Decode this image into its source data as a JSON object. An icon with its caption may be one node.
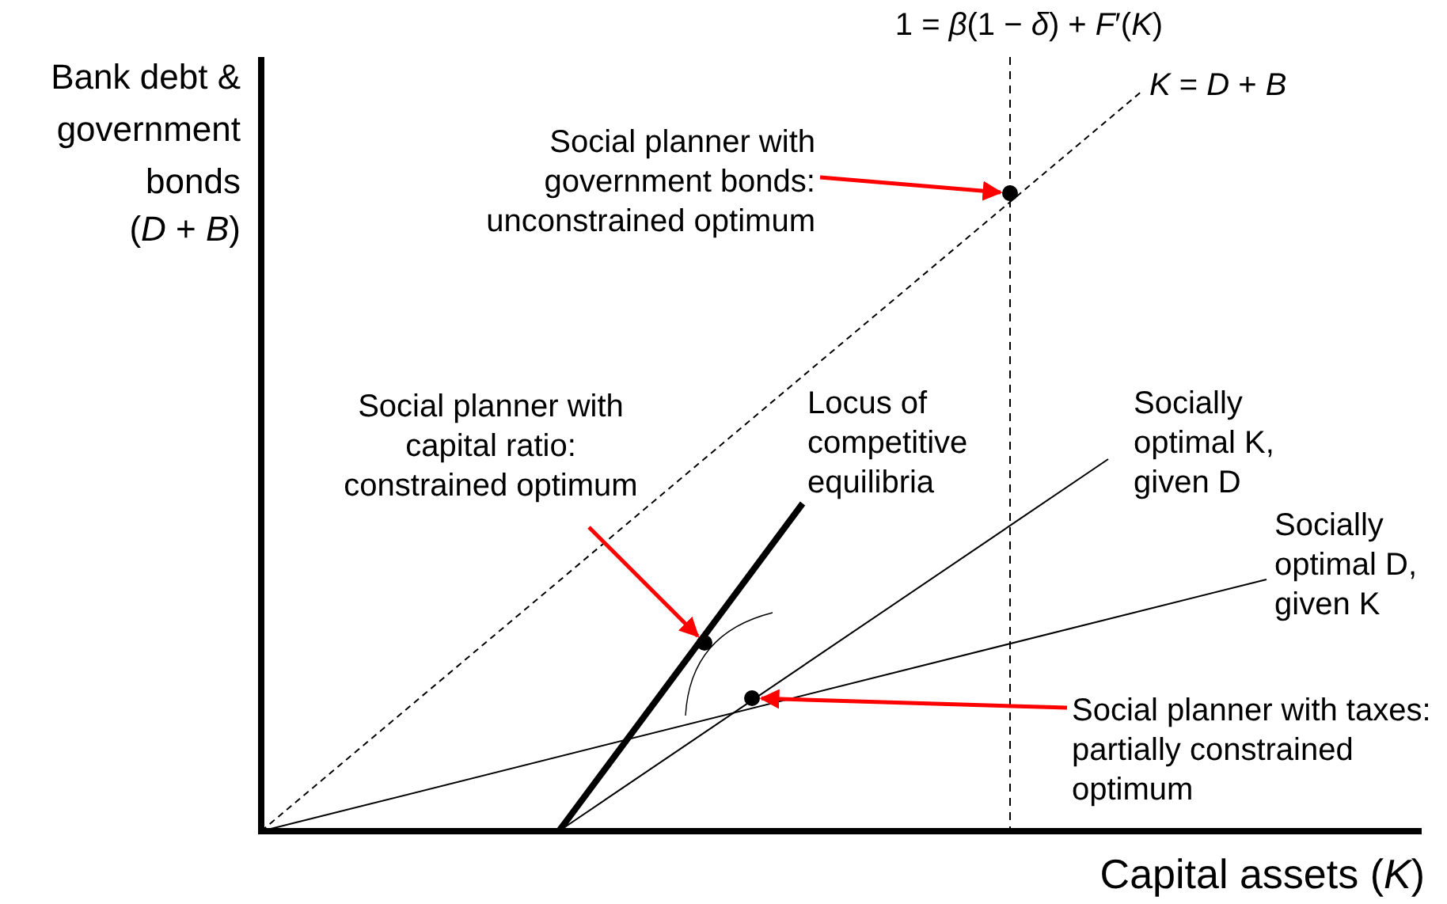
{
  "diagram": {
    "nodes": [
      {
        "text": [
          "Social planner with government bonds: unconstrained optimum"
        ]
      },
      {
        "text": [],
        "shape": "circle"
      },
      {
        "text": [
          "Social planner with capital ratio: constrained optimum"
        ]
      },
      {
        "text": [],
        "shape": "circle"
      },
      {
        "text": [
          "Social planner with taxes: partially constrained optimum"
        ]
      },
      {
        "text": [],
        "shape": "circle"
      }
    ],
    "edges": [
      {
        "from": 0,
        "to": 1,
        "arrow": "to"
      },
      {
        "from": 2,
        "to": 3,
        "arrow": "to"
      },
      {
        "from": 4,
        "to": 5,
        "arrow": "to"
      }
    ],
    "labels": [
      "1 = *β*(1 − *δ*) + *F*′(*K*)",
      "Bank debt & government bonds",
      "(*D* + *B*)",
      "*K* = *D* + *B*",
      "Locus of competitive equilibria",
      "Socially optimal K, given D",
      "Socially optimal D, given K",
      "Capital assets (*K*)"
    ]
  }
}
